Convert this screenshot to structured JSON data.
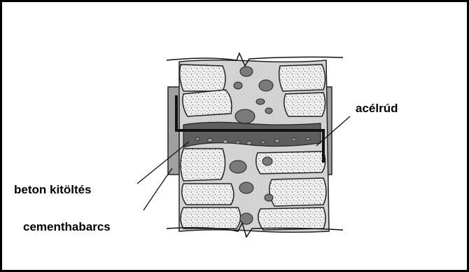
{
  "labels": {
    "steel_bar": "acélrúd",
    "concrete_fill": "beton kitöltés",
    "cement_mortar": "cementhabarcs"
  },
  "colors": {
    "frame": "#000000",
    "mortar": "#d6d6d6",
    "stone_fill": "#eeeeee",
    "grout_dark": "#5f5f5f",
    "pebbles": "#7a7a7a",
    "casing": "#9a9a9a"
  }
}
